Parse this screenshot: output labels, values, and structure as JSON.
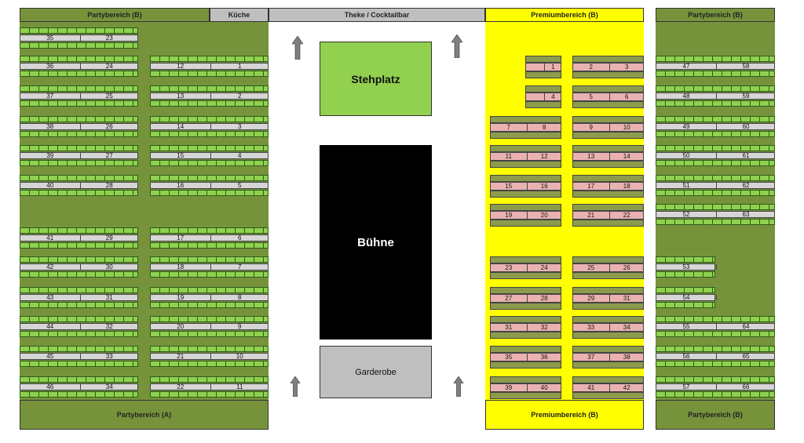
{
  "headers": {
    "party_b_left": "Partybereich (B)",
    "kitchen": "Küche",
    "bar": "Theke / Cocktailbar",
    "premium_top": "Premiumbereich (B)",
    "party_b_right": "Partybereich (B)",
    "party_a_bottom": "Partybereich (A)",
    "premium_bottom": "Premiumbereich (B)",
    "party_b_right_bottom": "Partybereich (B)"
  },
  "blocks": {
    "standing": "Stehplatz",
    "stage": "Bühne",
    "cloakroom": "Garderobe"
  },
  "colors": {
    "party_green": "#76933c",
    "chair_green": "#8fd14f",
    "premium_yellow": "#ffff00",
    "premium_table": "#e9b2b0",
    "premium_chair": "#8c9b4c",
    "grey_header": "#bfbfbf",
    "standing_green": "#92d050",
    "stage_black": "#000000",
    "cloak_grey": "#bfbfbf"
  },
  "icons": [
    "arrow-up-icon"
  ],
  "tables": {
    "left_outer": [
      {
        "a": "35",
        "b": "23"
      },
      {
        "a": "36",
        "b": "24"
      },
      {
        "a": "37",
        "b": "25"
      },
      {
        "a": "38",
        "b": "26"
      },
      {
        "a": "39",
        "b": "27"
      },
      {
        "a": "40",
        "b": "28"
      },
      {
        "a": "41",
        "b": "29"
      },
      {
        "a": "42",
        "b": "30"
      },
      {
        "a": "43",
        "b": "31"
      },
      {
        "a": "44",
        "b": "32"
      },
      {
        "a": "45",
        "b": "33"
      },
      {
        "a": "46",
        "b": "34"
      }
    ],
    "left_inner": [
      {
        "a": "12",
        "b": "1"
      },
      {
        "a": "13",
        "b": "2"
      },
      {
        "a": "14",
        "b": "3"
      },
      {
        "a": "15",
        "b": "4"
      },
      {
        "a": "16",
        "b": "5"
      },
      {
        "a": "17",
        "b": "6"
      },
      {
        "a": "18",
        "b": "7"
      },
      {
        "a": "19",
        "b": "8"
      },
      {
        "a": "20",
        "b": "9"
      },
      {
        "a": "21",
        "b": "10"
      },
      {
        "a": "22",
        "b": "11"
      }
    ],
    "premium_left": [
      {
        "a": "",
        "b": "1"
      },
      {
        "a": "",
        "b": "4"
      },
      {
        "a": "7",
        "b": "8"
      },
      {
        "a": "11",
        "b": "12"
      },
      {
        "a": "15",
        "b": "16"
      },
      {
        "a": "19",
        "b": "20"
      },
      {
        "a": "23",
        "b": "24"
      },
      {
        "a": "27",
        "b": "28"
      },
      {
        "a": "31",
        "b": "32"
      },
      {
        "a": "35",
        "b": "36"
      },
      {
        "a": "39",
        "b": "40"
      }
    ],
    "premium_right": [
      {
        "a": "2",
        "b": "3"
      },
      {
        "a": "5",
        "b": "6"
      },
      {
        "a": "9",
        "b": "10"
      },
      {
        "a": "13",
        "b": "14"
      },
      {
        "a": "17",
        "b": "18"
      },
      {
        "a": "21",
        "b": "22"
      },
      {
        "a": "25",
        "b": "26"
      },
      {
        "a": "29",
        "b": "31"
      },
      {
        "a": "33",
        "b": "34"
      },
      {
        "a": "37",
        "b": "38"
      },
      {
        "a": "41",
        "b": "42"
      }
    ],
    "right_party": [
      {
        "a": "47",
        "b": "58"
      },
      {
        "a": "48",
        "b": "59"
      },
      {
        "a": "49",
        "b": "60"
      },
      {
        "a": "50",
        "b": "61"
      },
      {
        "a": "51",
        "b": "62"
      },
      {
        "a": "52",
        "b": "63"
      },
      {
        "a": "53",
        "b": ""
      },
      {
        "a": "54",
        "b": ""
      },
      {
        "a": "55",
        "b": "64"
      },
      {
        "a": "56",
        "b": "65"
      },
      {
        "a": "57",
        "b": "66"
      }
    ]
  }
}
